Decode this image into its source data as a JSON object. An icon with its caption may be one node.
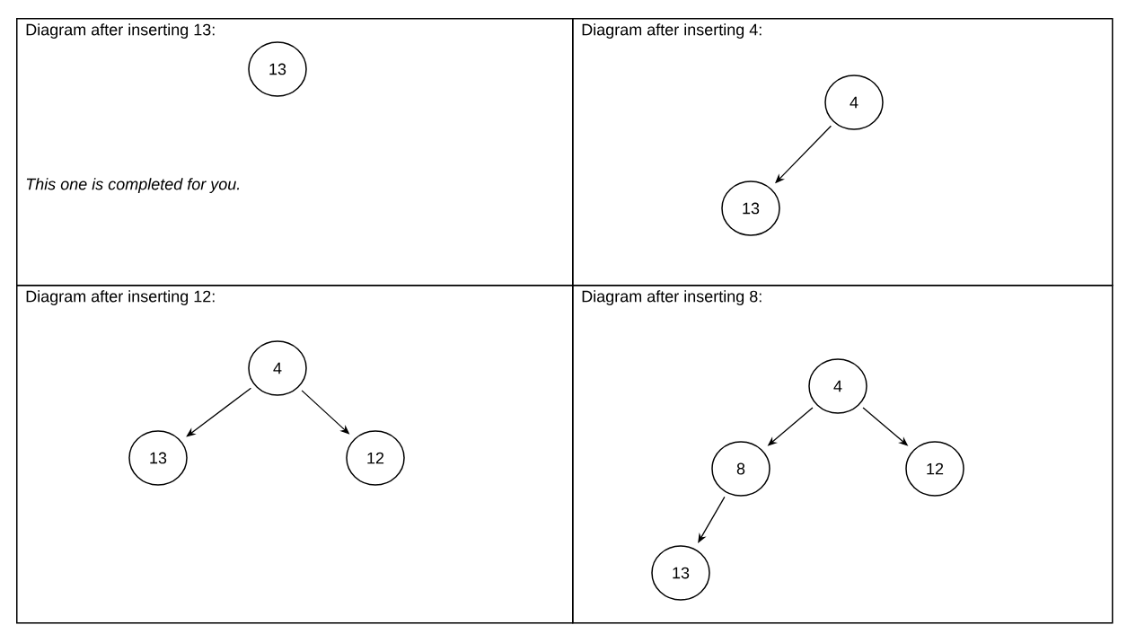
{
  "diagram": {
    "nodes": [
      {
        "text": [
          "Diagram after inserting 13:",
          "This one is completed for you."
        ]
      },
      {
        "text": [
          "13"
        ],
        "in": 0
      },
      {
        "text": [
          "Diagram after inserting 4:"
        ]
      },
      {
        "text": [
          "4"
        ],
        "in": 2
      },
      {
        "text": [
          "13"
        ],
        "in": 2
      },
      {
        "text": [
          "Diagram after inserting 12:"
        ]
      },
      {
        "text": [
          "4"
        ],
        "in": 5
      },
      {
        "text": [
          "13"
        ],
        "in": 5
      },
      {
        "text": [
          "12"
        ],
        "in": 5
      },
      {
        "text": [
          "Diagram after inserting 8:"
        ]
      },
      {
        "text": [
          "4"
        ],
        "in": 9
      },
      {
        "text": [
          "8"
        ],
        "in": 9
      },
      {
        "text": [
          "12"
        ],
        "in": 9
      },
      {
        "text": [
          "13"
        ],
        "in": 9
      }
    ],
    "edges": [
      {
        "from": 3,
        "to": 4,
        "arrow": "to"
      },
      {
        "from": 6,
        "to": 7,
        "arrow": "to"
      },
      {
        "from": 6,
        "to": 8,
        "arrow": "to"
      },
      {
        "from": 10,
        "to": 11,
        "arrow": "to"
      },
      {
        "from": 10,
        "to": 12,
        "arrow": "to"
      },
      {
        "from": 11,
        "to": 13,
        "arrow": "to"
      }
    ]
  }
}
